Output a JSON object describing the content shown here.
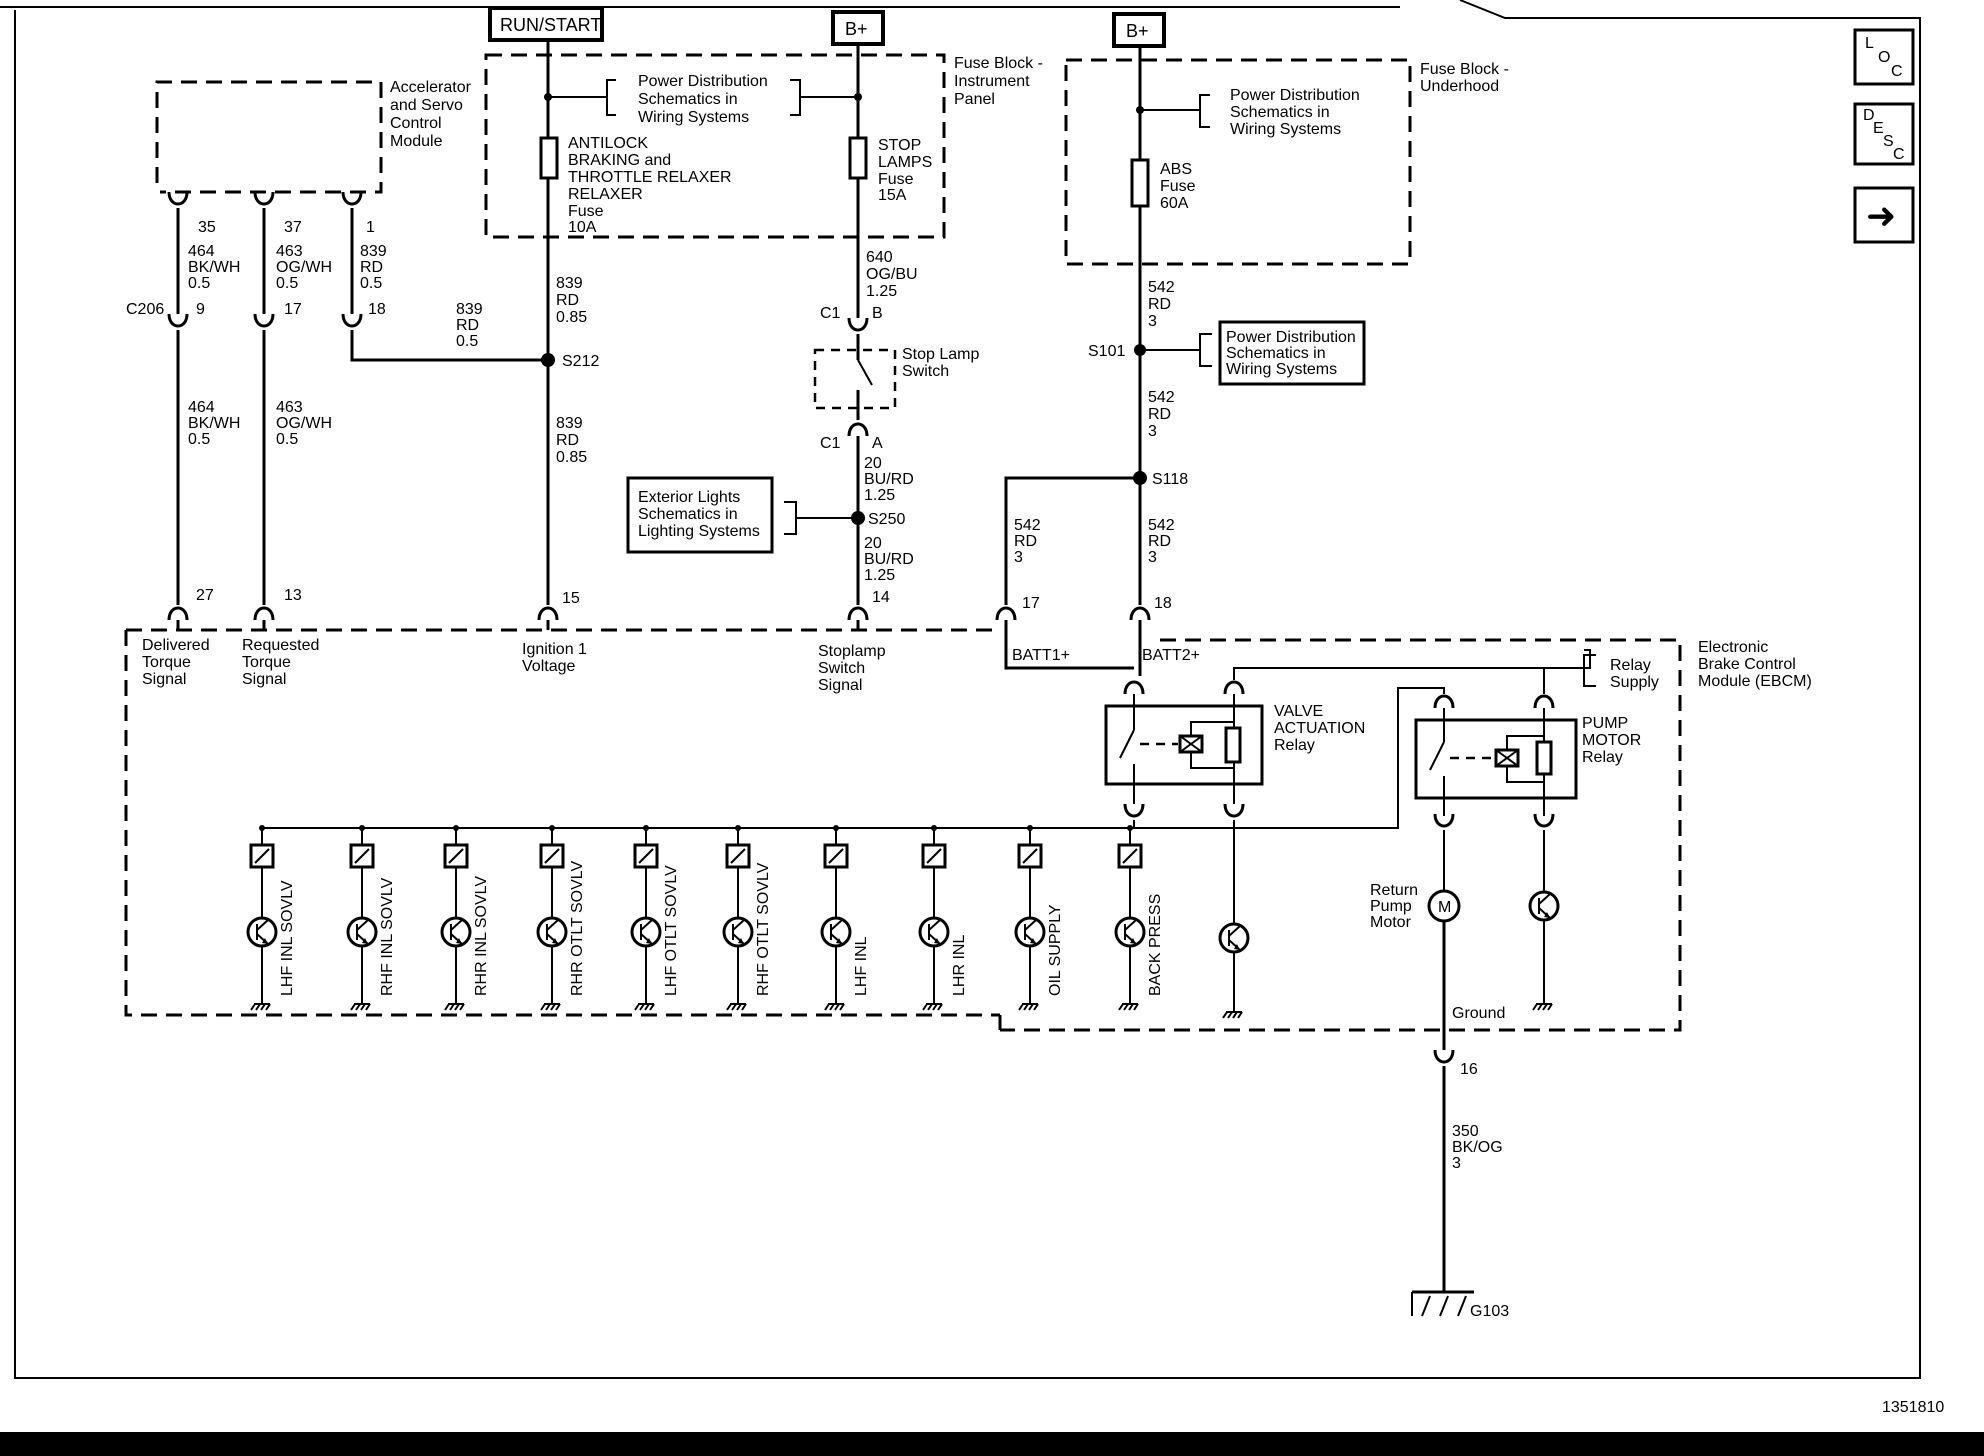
{
  "sources": {
    "run_start": "RUN/START",
    "b_plus": "B+"
  },
  "nav": {
    "loc_l": "L",
    "loc_o": "O",
    "loc_c": "C",
    "desc_d": "D",
    "desc_e": "E",
    "desc_s": "S",
    "desc_c": "C",
    "next_arrow": "➜"
  },
  "modules": {
    "accel": [
      "Accelerator",
      "and Servo",
      "Control",
      "Module"
    ],
    "fuse_ip": [
      "Fuse Block -",
      "Instrument",
      "Panel"
    ],
    "fuse_uh": [
      "Fuse Block -",
      "Underhood"
    ],
    "ebcm": [
      "Electronic",
      "Brake Control",
      "Module (EBCM)"
    ]
  },
  "refs": {
    "pd1": [
      "Power Distribution",
      "Schematics in",
      "Wiring Systems"
    ],
    "pd2": [
      "Power Distribution",
      "Schematics in",
      "Wiring Systems"
    ],
    "pd3": [
      "Power Distribution",
      "Schematics in",
      "Wiring Systems"
    ],
    "ext": [
      "Exterior Lights",
      "Schematics in",
      "Lighting Systems"
    ]
  },
  "fuses": {
    "abs_throttle": [
      "ANTILOCK",
      "BRAKING and",
      "THROTTLE RELAXER",
      "RELAXER",
      "Fuse",
      "10A"
    ],
    "stop": [
      "STOP",
      "LAMPS",
      "Fuse",
      "15A"
    ],
    "abs": [
      "ABS",
      "Fuse",
      "60A"
    ]
  },
  "wires": {
    "w464a": [
      "464",
      "BK/WH",
      "0.5"
    ],
    "w463a": [
      "463",
      "OG/WH",
      "0.5"
    ],
    "w839a": [
      "839",
      "RD",
      "0.5"
    ],
    "w839b": [
      "839",
      "RD",
      "0.5"
    ],
    "w839c": [
      "839",
      "RD",
      "0.85"
    ],
    "w839d": [
      "839",
      "RD",
      "0.85"
    ],
    "w464b": [
      "464",
      "BK/WH",
      "0.5"
    ],
    "w463b": [
      "463",
      "OG/WH",
      "0.5"
    ],
    "w640": [
      "640",
      "OG/BU",
      "1.25"
    ],
    "w20a": [
      "20",
      "BU/RD",
      "1.25"
    ],
    "w20b": [
      "20",
      "BU/RD",
      "1.25"
    ],
    "w542a": [
      "542",
      "RD",
      "3"
    ],
    "w542b": [
      "542",
      "RD",
      "3"
    ],
    "w542c": [
      "542",
      "RD",
      "3"
    ],
    "w542d": [
      "542",
      "RD",
      "3"
    ],
    "w350": [
      "350",
      "BK/OG",
      "3"
    ]
  },
  "pins": {
    "p35": "35",
    "p37": "37",
    "p1": "1",
    "p9": "9",
    "p17a": "17",
    "p18a": "18",
    "p27": "27",
    "p13": "13",
    "p15": "15",
    "p14": "14",
    "p17b": "17",
    "p18b": "18",
    "p16": "16",
    "c1b_c": "C1",
    "c1b_p": "B",
    "c1a_c": "C1",
    "c1a_p": "A"
  },
  "connectors": {
    "c206": "C206"
  },
  "splices": {
    "s212": "S212",
    "s250": "S250",
    "s101": "S101",
    "s118": "S118"
  },
  "components": {
    "stop_switch": [
      "Stop Lamp",
      "Switch"
    ],
    "valve_relay": [
      "VALVE",
      "ACTUATION",
      "Relay"
    ],
    "pump_relay": [
      "PUMP",
      "MOTOR",
      "Relay"
    ],
    "relay_supply": [
      "Relay",
      "Supply"
    ],
    "pump_motor": [
      "Return",
      "Pump",
      "Motor"
    ],
    "motor_symbol": "M",
    "ground_label": "Ground",
    "g103": "G103"
  },
  "signals": {
    "delivered": [
      "Delivered",
      "Torque",
      "Signal"
    ],
    "requested": [
      "Requested",
      "Torque",
      "Signal"
    ],
    "ign": [
      "Ignition 1",
      "Voltage"
    ],
    "stoplamp": [
      "Stoplamp",
      "Switch",
      "Signal"
    ],
    "batt1": "BATT1+",
    "batt2": "BATT2+"
  },
  "solenoids": [
    "LHF INL SOVLV",
    "RHF INL SOVLV",
    "RHR INL SOVLV",
    "RHR OTLT SOVLV",
    "LHF OTLT SOVLV",
    "RHF OTLT SOVLV",
    "LHF INL",
    "LHR INL",
    "OIL SUPPLY",
    "BACK PRESS"
  ],
  "figure_id": "1351810"
}
